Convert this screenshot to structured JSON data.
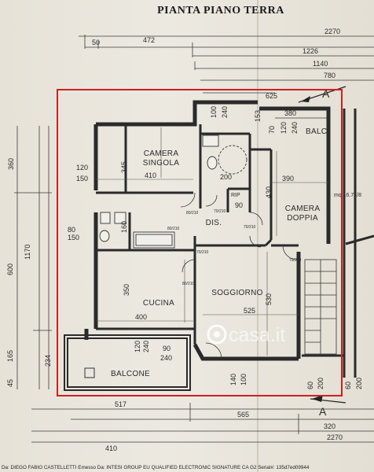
{
  "title": "PIANTA PIANO TERRA",
  "rooms": {
    "camera_singola_1": "CAMERA",
    "camera_singola_2": "SINGOLA",
    "camera_doppia_1": "CAMERA",
    "camera_doppia_2": "DOPPIA",
    "dis": "DIS.",
    "rip": "RIP",
    "cucina": "CUCINA",
    "soggiorno": "SOGGIORNO",
    "balcone": "BALCONE",
    "balc": "BALC."
  },
  "section_marker": "A",
  "watermark": "casa.it",
  "level_label": "mq 16.77/8",
  "dims_top": {
    "d50": "50",
    "d472": "472",
    "d2270": "2270",
    "d1226": "1226",
    "d1140": "1140",
    "d780": "780",
    "d625": "625",
    "d380": "380",
    "d100": "100",
    "d240": "240",
    "d153": "153",
    "d70": "70",
    "d120": "120",
    "d240b": "240",
    "d200": "200",
    "d390": "390",
    "d410": "410",
    "d345": "345",
    "d430": "430",
    "d90": "90"
  },
  "dims_left": {
    "d360": "360",
    "d120": "120",
    "d150": "150",
    "d80": "80",
    "d150b": "150",
    "d1170": "1170",
    "d600": "600",
    "d165": "165",
    "d234": "234",
    "d45": "45"
  },
  "dims_interior": {
    "d160": "160",
    "d350": "350",
    "d400": "400",
    "d525": "525",
    "d530": "530",
    "d120": "120",
    "d240": "240",
    "d90": "90",
    "d240b": "240",
    "d140": "140",
    "d100": "100",
    "d60": "60",
    "d200": "200",
    "d60b": "60",
    "d200b": "200"
  },
  "door_labels": [
    "80/210",
    "70/210",
    "70/210",
    "80/210",
    "70/210",
    "80/210",
    "70/210"
  ],
  "dims_bottom": {
    "d517": "517",
    "d565": "565",
    "d320": "320",
    "d2270": "2270",
    "d410": "410"
  },
  "footer": "Da: DIEGO FABIO CASTELLETTI Emesso Da: INTESI GROUP EU QUALIFIED ELECTRONIC SIGNATURE CA G2 Serial#: 135d7ed09944"
}
